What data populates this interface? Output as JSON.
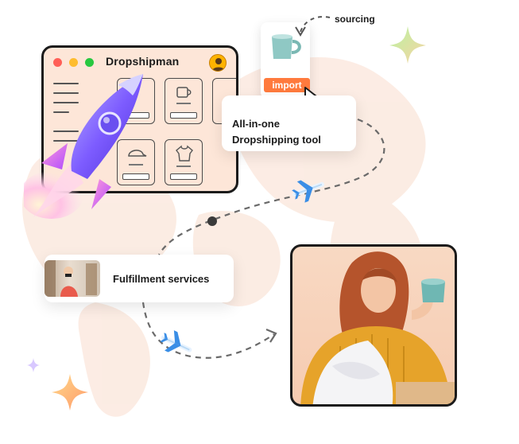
{
  "app_window": {
    "title": "Dropshipman",
    "dot_colors": [
      "#ff5f57",
      "#febc2e",
      "#28c840"
    ]
  },
  "sourcing": {
    "label": "sourcing",
    "import_button_label": "import",
    "accent_color": "#ff7a3d"
  },
  "features": {
    "tool_line1": "All-in-one",
    "tool_line2": "Dropshipping tool",
    "fulfillment_label": "Fulfillment services"
  },
  "icons": [
    "rocket-icon",
    "airplane-icon",
    "cursor-icon",
    "sparkle-icon",
    "avatar-icon",
    "mug-icon"
  ]
}
